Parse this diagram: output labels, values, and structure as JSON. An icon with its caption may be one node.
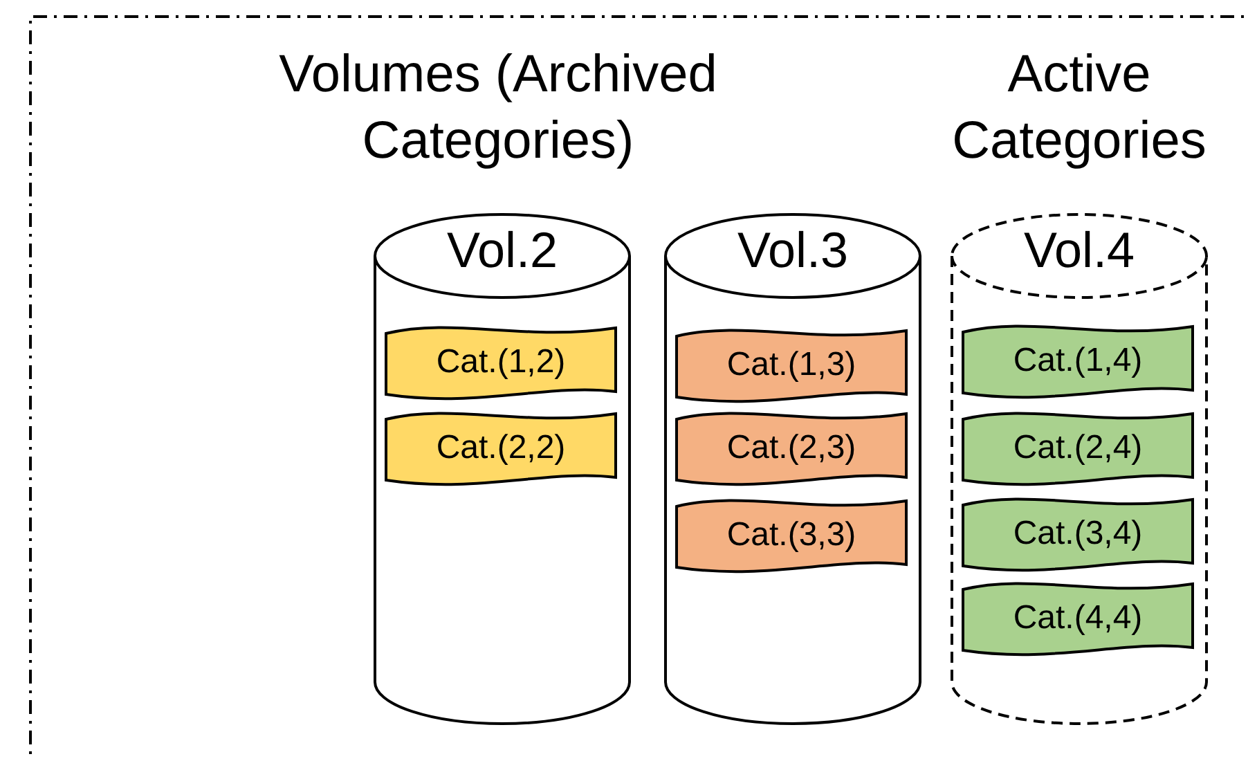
{
  "diagram": {
    "nodes": [
      {
        "text": [
          "Vol.2"
        ]
      },
      {
        "text": [
          "Cat.(1,2)"
        ],
        "in": 0
      },
      {
        "text": [
          "Cat.(2,2)"
        ],
        "in": 0
      },
      {
        "text": [
          "Vol.3"
        ]
      },
      {
        "text": [
          "Cat.(1,3)"
        ],
        "in": 3
      },
      {
        "text": [
          "Cat.(2,3)"
        ],
        "in": 3
      },
      {
        "text": [
          "Cat.(3,3)"
        ],
        "in": 3
      },
      {
        "text": [
          "Vol.4"
        ]
      },
      {
        "text": [
          "Cat.(1,4)"
        ],
        "in": 7
      },
      {
        "text": [
          "Cat.(2,4)"
        ],
        "in": 7
      },
      {
        "text": [
          "Cat.(3,4)"
        ],
        "in": 7
      },
      {
        "text": [
          "Cat.(4,4)"
        ],
        "in": 7
      }
    ],
    "labels": [
      "Volumes (Archived Categories)",
      "Active Categories"
    ]
  }
}
